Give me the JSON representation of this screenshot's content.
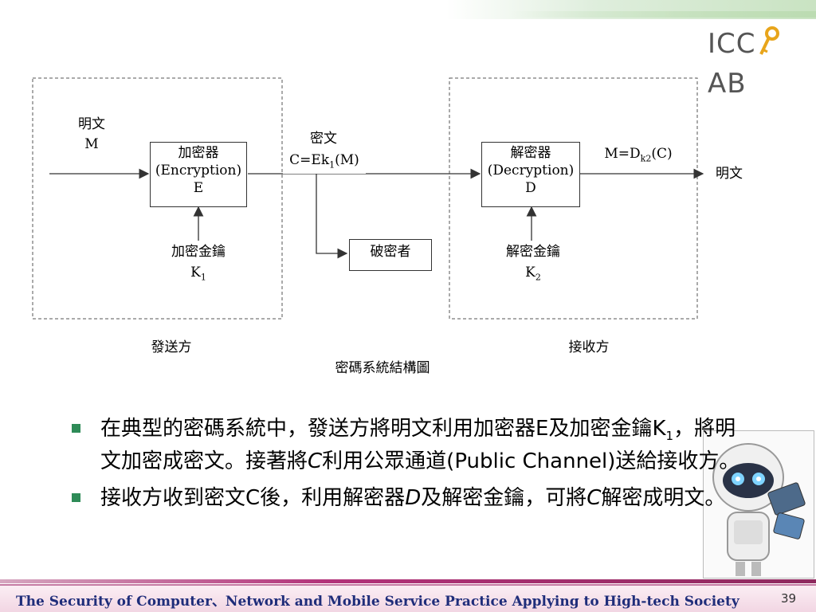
{
  "logo": {
    "text_left": "ICC",
    "text_right": "AB"
  },
  "diagram": {
    "plaintext_in_label": "明文",
    "plaintext_in_symbol": "M",
    "encryptor": {
      "name": "加密器",
      "english": "(Encryption)",
      "symbol": "E"
    },
    "enc_key": {
      "name": "加密金鑰",
      "symbol": "K",
      "sub": "1"
    },
    "ciphertext_label": "密文",
    "ciphertext_formula_prefix": "C=Ek",
    "ciphertext_formula_sub": "1",
    "ciphertext_formula_suffix": "(M)",
    "attacker": "破密者",
    "decryptor": {
      "name": "解密器",
      "english": "(Decryption)",
      "symbol": "D"
    },
    "dec_key": {
      "name": "解密金鑰",
      "symbol": "K",
      "sub": "2"
    },
    "output_formula_prefix": "M=D",
    "output_formula_sub": "k2",
    "output_formula_suffix": "(C)",
    "plaintext_out_label": "明文",
    "sender_label": "發送方",
    "receiver_label": "接收方",
    "caption": "密碼系統結構圖"
  },
  "watermark": "ICCLAB",
  "bullets": [
    {
      "part1": "在典型的密碼系統中，發送方將明文利用加密器",
      "e": "E",
      "part2": "及加密金鑰",
      "k": "K",
      "k_sub": "1",
      "part3": "，將明文加密成密文。接著將",
      "c": "C",
      "part4": "利用公眾通道(Public Channel)送給接收方。"
    },
    {
      "part1": "接收方收到密文",
      "c": "C",
      "part2": "後，利用解密器",
      "d": "D",
      "part3": "及解密金鑰，可將",
      "c2": "C",
      "part4": "解密成明文。"
    }
  ],
  "footer": {
    "text": "The Security of Computer、Network and Mobile Service Practice Applying to High-tech Society",
    "page": "39"
  }
}
